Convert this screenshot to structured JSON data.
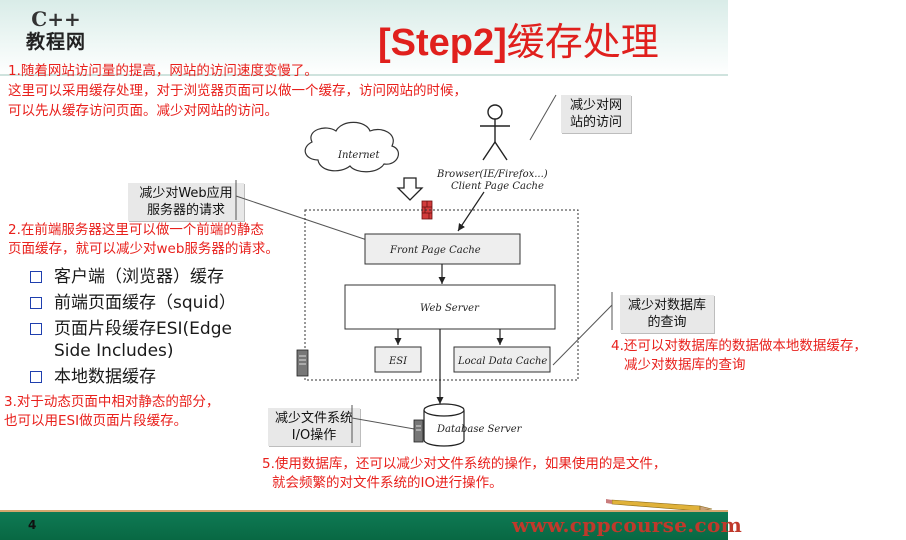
{
  "logo": {
    "line1": "C++",
    "line2": "教程网"
  },
  "title": {
    "prefix": "[Step2]",
    "main": "缓存处理"
  },
  "notes": {
    "n1": [
      "1.随着网站访问量的提高，网站的访问速度变慢了。",
      "这里可以采用缓存处理，对于浏览器页面可以做一个缓存，访问网站的时候，",
      "可以先从缓存访问页面。减少对网站的访问。"
    ],
    "n2": [
      "2.在前端服务器这里可以做一个前端的静态",
      "页面缓存，就可以减少对web服务器的请求。"
    ],
    "n3": [
      "3.对于动态页面中相对静态的部分，",
      "也可以用ESI做页面片段缓存。"
    ],
    "n4": [
      "4.还可以对数据库的数据做本地数据缓存，",
      "减少对数据库的查询"
    ],
    "n5": [
      "5.使用数据库，还可以减少对文件系统的操作，如果使用的是文件，",
      "就会频繁的对文件系统的IO进行操作。"
    ]
  },
  "bullets": [
    "客户端（浏览器）缓存",
    "前端页面缓存（squid）",
    "页面片段缓存ESI(Edge Side Includes)",
    "本地数据缓存"
  ],
  "callouts": {
    "site": "减少对网站的访问",
    "web": "减少对Web应用服务器的请求",
    "db": "减少对数据库的查询",
    "file": "减少文件系统I/O操作"
  },
  "diagram": {
    "internet": "Internet",
    "browser_l1": "Browser(IE/Firefox...)",
    "browser_l2": "Client Page Cache",
    "front": "Front Page Cache",
    "web": "Web Server",
    "esi": "ESI",
    "local": "Local Data Cache",
    "db": "Database Server"
  },
  "footer": {
    "page": "4",
    "site": "www.cppcourse.com"
  },
  "colors": {
    "title_red": "#e0201d",
    "note_red": "#e8201c",
    "footer_green": "#0b6f48",
    "bullet_blue": "#1f3fae"
  }
}
